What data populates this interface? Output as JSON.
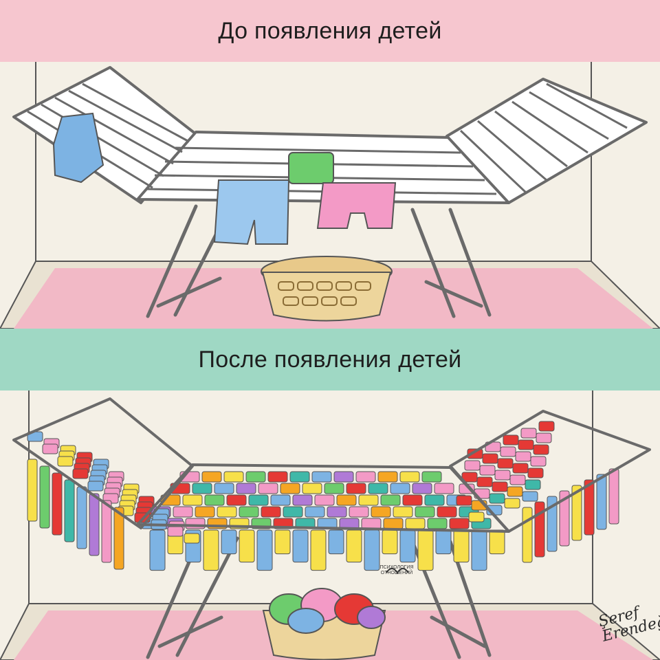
{
  "banners": {
    "before": "До появления детей",
    "after": "После появления детей"
  },
  "logo": {
    "line1": "ПСИХОЛОГИЯ",
    "line2": "ОТНОШЕНИЙ"
  },
  "signature": "Şeref Erendeğer",
  "colors": {
    "banner_top": "#f6c6cf",
    "banner_bottom": "#9fd8c4",
    "rug": "#f2b9c6",
    "rack": "#6a6a6a"
  },
  "icons": [
    "drying-rack-icon",
    "laundry-basket-icon",
    "clothes-icon",
    "heart-logo-icon"
  ]
}
